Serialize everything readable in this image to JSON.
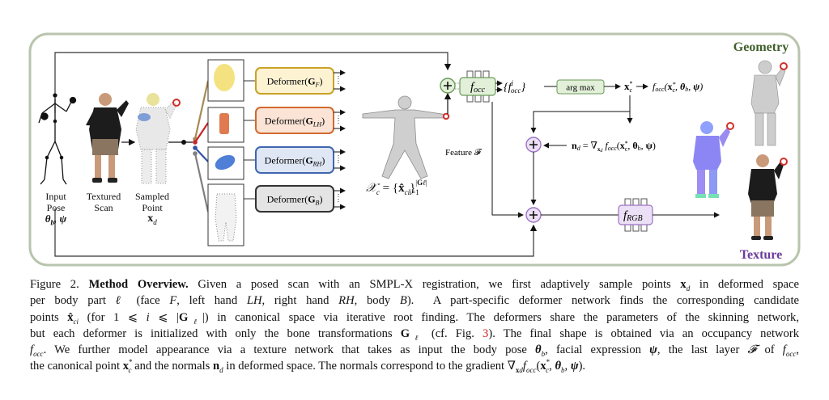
{
  "figure": {
    "inputs": {
      "pose_label": [
        "Input",
        "Pose"
      ],
      "pose_math": "θ_b, ψ",
      "scan_label": [
        "Textured",
        "Scan"
      ],
      "sampled_label": [
        "Sampled",
        "Point"
      ],
      "sampled_math": "x_d"
    },
    "deformers": [
      {
        "label": "Deformer(G",
        "sub": "F",
        "fill": "#fdf3d3",
        "stroke": "#c9a227",
        "link": "#a68a56"
      },
      {
        "label": "Deformer(G",
        "sub": "LH",
        "fill": "#fbe3d6",
        "stroke": "#d2692f",
        "link": "#c2262a"
      },
      {
        "label": "Deformer(G",
        "sub": "RH",
        "fill": "#dfe7f5",
        "stroke": "#3f66b0",
        "link": "#3552a3"
      },
      {
        "label": "Deformer(G",
        "sub": "B",
        "fill": "#e4e4e4",
        "stroke": "#333333",
        "link": "#7f7f7f"
      }
    ],
    "canonical_set": "𝒳c = {x̂ci} i=1..|Gℓ|",
    "occ": {
      "net_label": "f",
      "net_sub": "occ",
      "outputs": "{f^i_occ}",
      "argmax": "arg max",
      "xc_star": "x*c",
      "occ_eval": "focc(x*c, θb, ψ)",
      "fill": "#e2efd9",
      "stroke": "#6a9a57"
    },
    "feature_label": "Feature 𝓕",
    "normals_eq": "nd = ∇xd focc(x*c, θb, ψ)",
    "rgb": {
      "net_label": "f",
      "net_sub": "RGB",
      "fill": "#ece0f6",
      "stroke": "#9b74c2"
    },
    "outputs": {
      "geometry": "Geometry",
      "geometry_color": "#3f5f2a",
      "texture": "Texture",
      "texture_color": "#6b3a9b"
    },
    "frame_stroke": "#b9c4ad"
  },
  "caption": {
    "fig_label": "Figure 2.",
    "title": "Method Overview.",
    "lines": [
      "Given a posed scan with an SMPL-X registration, we first adaptively sample points x_d in deformed space",
      "per body part ℓ (face F, left hand LH, right hand RH, body B). A part-specific deformer network finds the corresponding candidate",
      "points x̂_ci (for 1 ⩽ i ⩽ |G_ℓ|) in canonical space via iterative root finding. The deformers share the parameters of the skinning network,",
      "but each deformer is initialized with only the bone transformations G_ℓ (cf. Fig. 3). The final shape is obtained via an occupancy network",
      "f_occ. We further model appearance via a texture network that takes as input the body pose θ_b, facial expression ψ, the last layer 𝓕 of f_occ,",
      "the canonical point x*_c and the normals n_d in deformed space. The normals correspond to the gradient ∇_xd f_occ(x*_c, θ_b, ψ)."
    ],
    "ref_fig": "3"
  }
}
